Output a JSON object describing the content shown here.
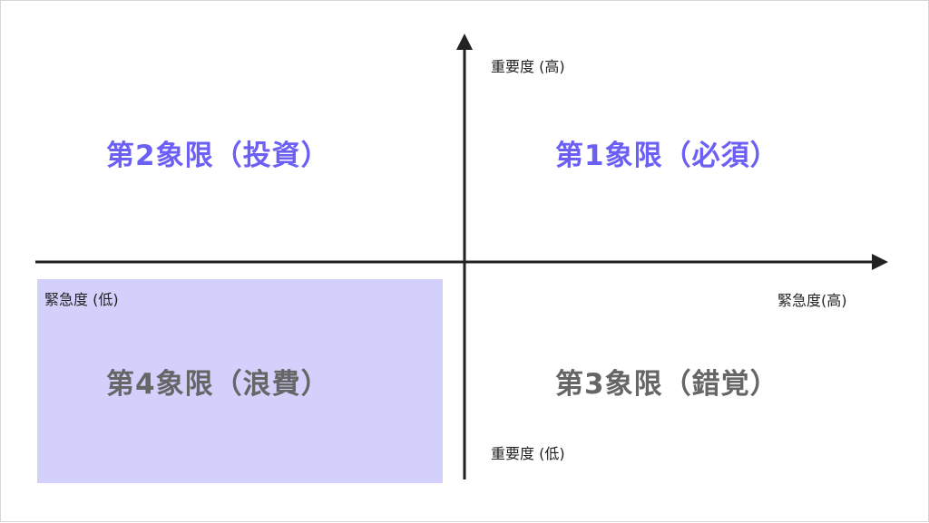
{
  "colors": {
    "accent_purple": "#6b5ff5",
    "muted_gray": "#666666",
    "highlight_fill": "#d3d1fb",
    "axis": "#222222"
  },
  "axes": {
    "y_top_label": "重要度 (高)",
    "y_bottom_label": "重要度 (低)",
    "x_right_label": "緊急度(高)",
    "x_left_label": "緊急度 (低)"
  },
  "quadrants": {
    "q1": "第1象限（必須）",
    "q2": "第2象限（投資）",
    "q3": "第3象限（錯覚）",
    "q4": "第4象限（浪費）"
  }
}
